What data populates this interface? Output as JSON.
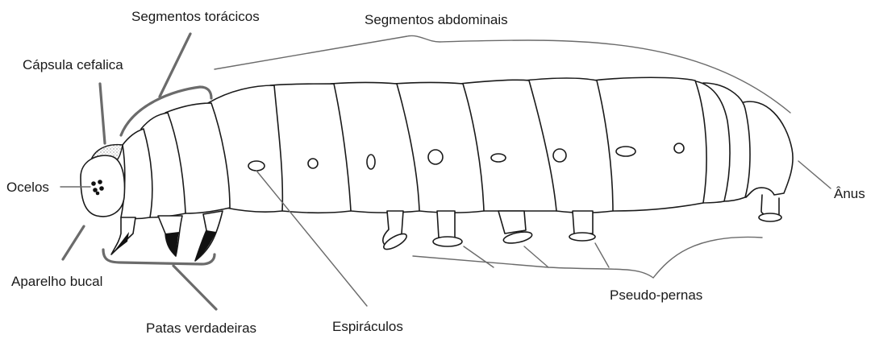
{
  "diagram": {
    "labels": {
      "segmentos_toracicos": "Segmentos torácicos",
      "segmentos_abdominais": "Segmentos abdominais",
      "capsula_cefalica": "Cápsula cefalica",
      "ocelos": "Ocelos",
      "anus": "Ânus",
      "aparelho_bucal": "Aparelho bucal",
      "pseudo_pernas": "Pseudo-pernas",
      "patas_verdadeiras": "Patas verdadeiras",
      "espiraculos": "Espiráculos"
    },
    "colors": {
      "outline": "#1a1a1a",
      "leader": "#6b6b6b",
      "text": "#1a1a1a",
      "leg_tip": "#111111",
      "head_texture": "#cfcfcf"
    }
  }
}
